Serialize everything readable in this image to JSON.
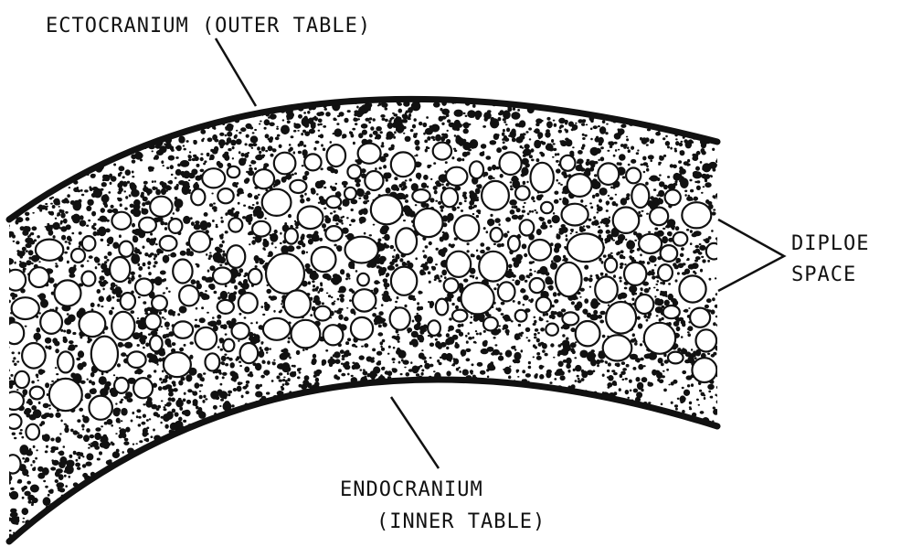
{
  "labels": {
    "ectocranium": "ECTOCRANIUM (OUTER TABLE)",
    "diploe_line1": "DIPLOE",
    "diploe_line2": "SPACE",
    "endocranium_line1": "ENDOCRANIUM",
    "endocranium_line2": "(INNER TABLE)"
  },
  "colors": {
    "ink": "#111111",
    "background": "#ffffff"
  }
}
